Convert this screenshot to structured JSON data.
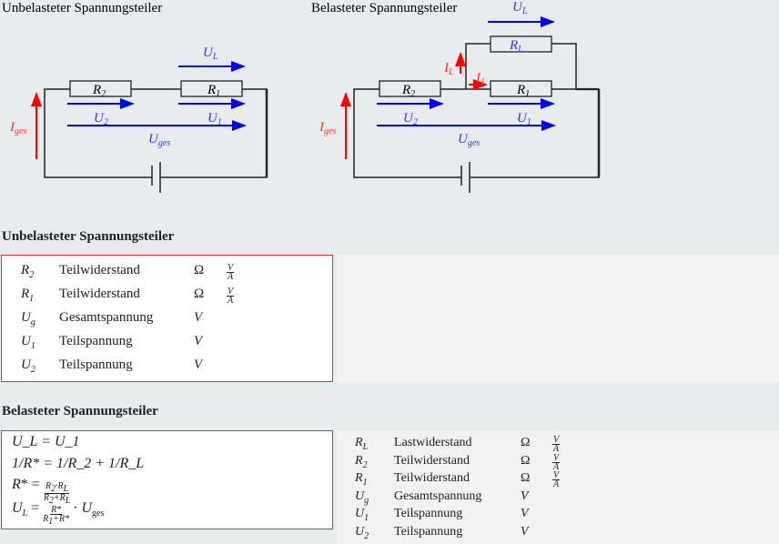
{
  "diagrams": {
    "unloaded": {
      "title": "Unbelasteter Spannungsteiler",
      "labels": {
        "R2": "R",
        "R2_sub": "2",
        "R1": "R",
        "R1_sub": "1",
        "UL": "U",
        "UL_sub": "L",
        "U2": "U",
        "U2_sub": "2",
        "U1": "U",
        "U1_sub": "1",
        "Uges": "U",
        "Uges_sub": "ges",
        "Iges": "I",
        "Iges_sub": "ges"
      }
    },
    "loaded": {
      "title": "Belasteter Spannungsteiler",
      "labels": {
        "R2": "R",
        "R2_sub": "2",
        "R1": "R",
        "R1_sub": "1",
        "RL": "R",
        "RL_sub": "L",
        "UL": "U",
        "UL_sub": "L",
        "U2": "U",
        "U2_sub": "2",
        "U1": "U",
        "U1_sub": "1",
        "Uges": "U",
        "Uges_sub": "ges",
        "Iges": "I",
        "Iges_sub": "ges",
        "IL": "I",
        "IL_sub": "L",
        "I1": "I",
        "I1_sub": "1"
      }
    },
    "colors": {
      "voltage": "#0000ff",
      "current": "#ff0000",
      "wire": "#222222"
    }
  },
  "unloaded_section": {
    "heading": "Unbelasteter Spannungsteiler",
    "rows": [
      {
        "sym": "R",
        "sub": "2",
        "name": "Teilwiderstand",
        "unit": "Ω",
        "num": "V",
        "den": "A"
      },
      {
        "sym": "R",
        "sub": "1",
        "name": "Teilwiderstand",
        "unit": "Ω",
        "num": "V",
        "den": "A"
      },
      {
        "sym": "U",
        "sub": "g",
        "name": "Gesamtspannung",
        "unit": "V"
      },
      {
        "sym": "U",
        "sub": "1",
        "name": "Teilspannung",
        "unit": "V"
      },
      {
        "sym": "U",
        "sub": "2",
        "name": "Teilspannung",
        "unit": "V"
      }
    ]
  },
  "loaded_section": {
    "heading": "Belasteter Spannungsteiler",
    "formulas": {
      "f1": "U_L = U_1",
      "f2": "1/R* = 1/R_2 + 1/R_L",
      "f3": "R* = (R_2 · R_L)/(R_2 + R_L)",
      "f4": "U_L = R*/(R_1 + R*) · U_ges"
    },
    "rows": [
      {
        "sym": "R",
        "sub": "L",
        "name": "Lastwiderstand",
        "unit": "Ω",
        "num": "V",
        "den": "A"
      },
      {
        "sym": "R",
        "sub": "2",
        "name": "Teilwiderstand",
        "unit": "Ω",
        "num": "V",
        "den": "A"
      },
      {
        "sym": "R",
        "sub": "1",
        "name": "Teilwiderstand",
        "unit": "Ω",
        "num": "V",
        "den": "A"
      },
      {
        "sym": "U",
        "sub": "g",
        "name": "Gesamtspannung",
        "unit": "V"
      },
      {
        "sym": "U",
        "sub": "1",
        "name": "Teilspannung",
        "unit": "V"
      },
      {
        "sym": "U",
        "sub": "2",
        "name": "Teilspannung",
        "unit": "V"
      }
    ]
  }
}
